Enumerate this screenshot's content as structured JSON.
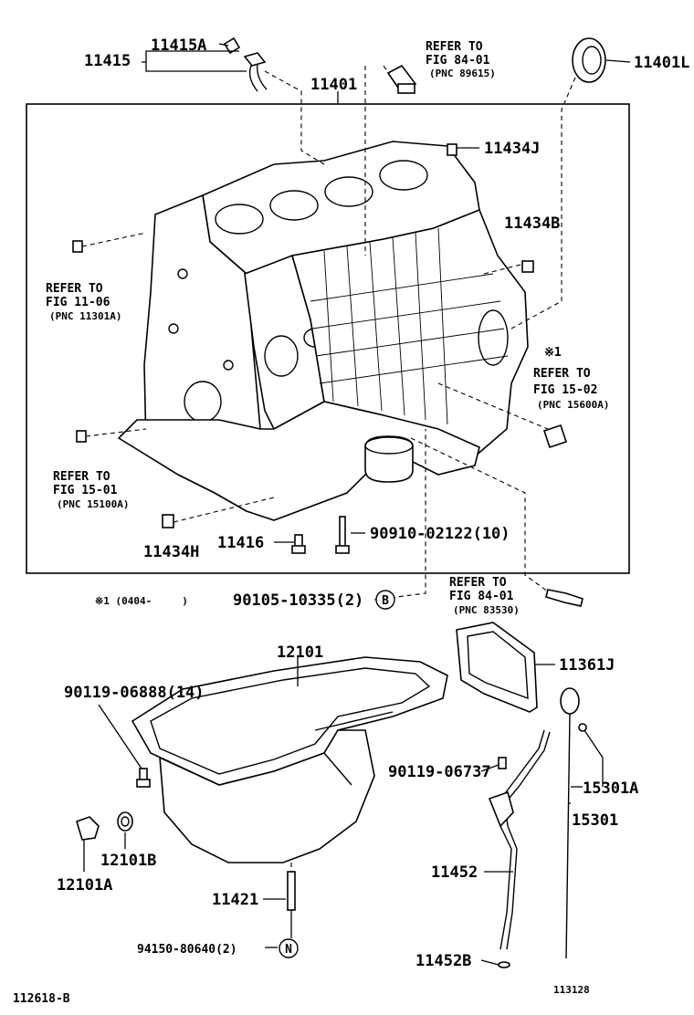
{
  "diagram_id": "112618-B",
  "figure_no": "113128",
  "note_symbol_label": "※1",
  "note_text": "※1 (0404-     )",
  "parts": {
    "p11415": "11415",
    "p11415A": "11415A",
    "p11401": "11401",
    "p11401L": "11401L",
    "p11434J": "11434J",
    "p11434B": "11434B",
    "p11434H": "11434H",
    "p11416": "11416",
    "p90910": "90910-02122(10)",
    "p90105": "90105-10335(2)",
    "p12101": "12101",
    "p11361J": "11361J",
    "p90119a": "90119-06888(14)",
    "p90119b": "90119-06737",
    "p15301A": "15301A",
    "p15301": "15301",
    "p11452": "11452",
    "p11452B": "11452B",
    "p12101B": "12101B",
    "p12101A": "12101A",
    "p11421": "11421",
    "p94150": "94150-80640(2)"
  },
  "callouts": {
    "B": "B",
    "N": "N"
  },
  "refs": {
    "r1": {
      "line1": "REFER TO",
      "line2": "FIG 84-01",
      "line3": "(PNC 89615)"
    },
    "r2": {
      "line1": "REFER TO",
      "line2": "FIG 11-06",
      "line3": "(PNC 11301A)"
    },
    "r3": {
      "line1": "REFER TO",
      "line2": "FIG 15-02",
      "line3": "(PNC 15600A)"
    },
    "r4": {
      "line1": "REFER TO",
      "line2": "FIG 15-01",
      "line3": "(PNC 15100A)"
    },
    "r5": {
      "line1": "REFER TO",
      "line2": "FIG 84-01",
      "line3": "(PNC 83530)"
    }
  }
}
